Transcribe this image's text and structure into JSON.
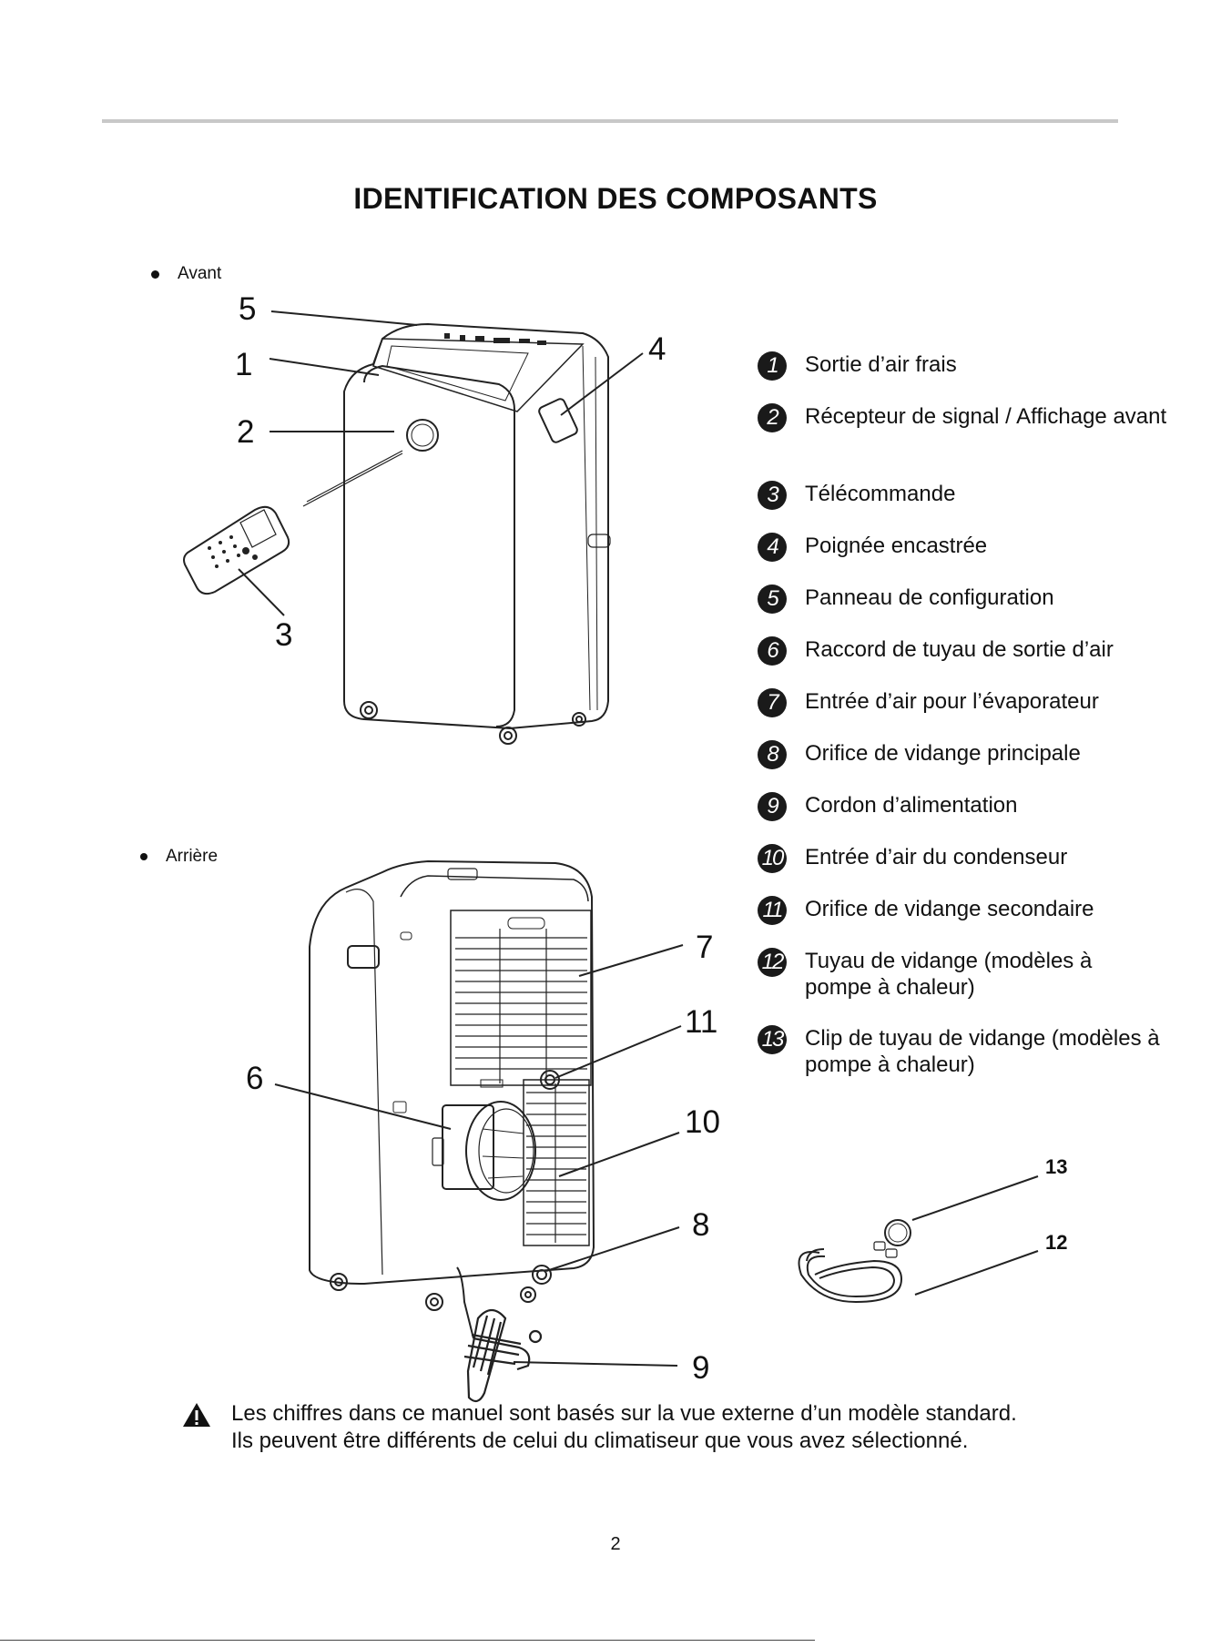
{
  "page": {
    "title": "IDENTIFICATION DES COMPOSANTS",
    "page_number": "2"
  },
  "views": {
    "front_label": "Avant",
    "rear_label": "Arrière"
  },
  "callouts": [
    "1",
    "2",
    "3",
    "4",
    "5",
    "6",
    "7",
    "8",
    "9",
    "10",
    "11",
    "12",
    "13"
  ],
  "components": [
    {
      "num": "1",
      "label": "Sortie d’air frais"
    },
    {
      "num": "2",
      "label": "Récepteur de signal / Affichage avant"
    },
    {
      "num": "3",
      "label": "Télécommande"
    },
    {
      "num": "4",
      "label": "Poignée encastrée"
    },
    {
      "num": "5",
      "label": "Panneau de configuration"
    },
    {
      "num": "6",
      "label": "Raccord de tuyau de sortie d’air"
    },
    {
      "num": "7",
      "label": "Entrée d’air pour l’évaporateur"
    },
    {
      "num": "8",
      "label": "Orifice de vidange principale"
    },
    {
      "num": "9",
      "label": "Cordon d’alimentation"
    },
    {
      "num": "10",
      "label": "Entrée d’air du condenseur"
    },
    {
      "num": "11",
      "label": "Orifice de vidange secondaire"
    },
    {
      "num": "12",
      "label": "Tuyau de vidange (modèles à pompe à chaleur)"
    },
    {
      "num": "13",
      "label": "Clip de tuyau de vidange (modèles à pompe à chaleur)"
    }
  ],
  "notice": {
    "line1": "Les chiffres dans ce manuel sont basés sur la vue externe d’un modèle standard.",
    "line2": "Ils peuvent être différents de celui du climatiseur que vous avez sélectionné."
  }
}
